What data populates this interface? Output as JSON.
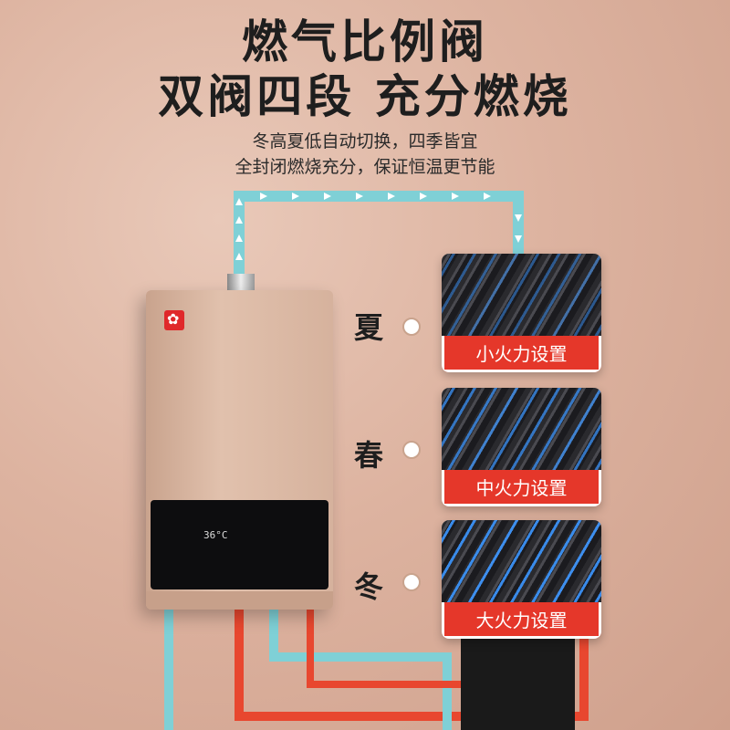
{
  "headline": {
    "line1": "燃气比例阀",
    "line2": "双阀四段  充分燃烧"
  },
  "subtitle": {
    "line1": "冬高夏低自动切换，四季皆宜",
    "line2": "全封闭燃烧充分，保证恒温更节能"
  },
  "seasons": {
    "summer": "夏",
    "spring": "春",
    "winter": "冬"
  },
  "cards": [
    {
      "label": "小火力设置",
      "flame_level": "low"
    },
    {
      "label": "中火力设置",
      "flame_level": "medium"
    },
    {
      "label": "大火力设置",
      "flame_level": "high"
    }
  ],
  "heater": {
    "display_temp": "36°C"
  },
  "colors": {
    "cool_pipe": "#7fd0d6",
    "hot_pipe": "#e8472f",
    "label_bg": "#e5372a"
  },
  "icons": {
    "brand": "sakura-logo-icon"
  }
}
